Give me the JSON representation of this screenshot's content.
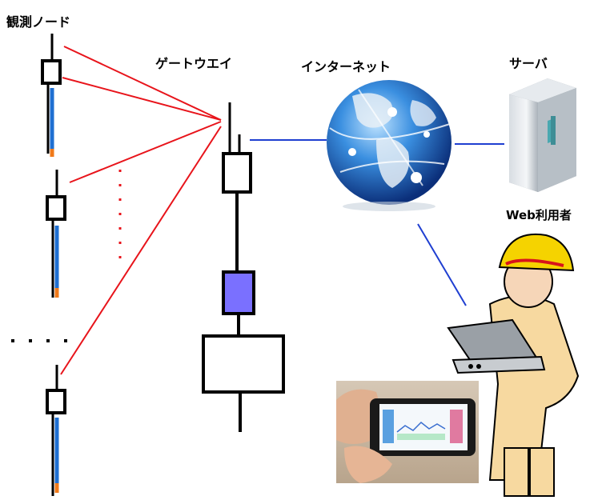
{
  "labels": {
    "node": "観測ノード",
    "gateway": "ゲートウエイ",
    "internet": "インターネット",
    "server": "サーバ",
    "web_user": "Web利用者"
  },
  "icons": {
    "globe": "globe-icon",
    "server": "server-icon",
    "user": "worker-with-laptop-icon",
    "phone": "smartphone-photo-icon"
  },
  "colors": {
    "radio_link": "#e8141b",
    "network_link": "#1f3fd1",
    "cable_blue": "#1f6fd1",
    "cable_tip": "#f07a1a",
    "module_purple": "#7a70ff",
    "helmet": "#f5d300",
    "uniform": "#f7d9a0"
  }
}
